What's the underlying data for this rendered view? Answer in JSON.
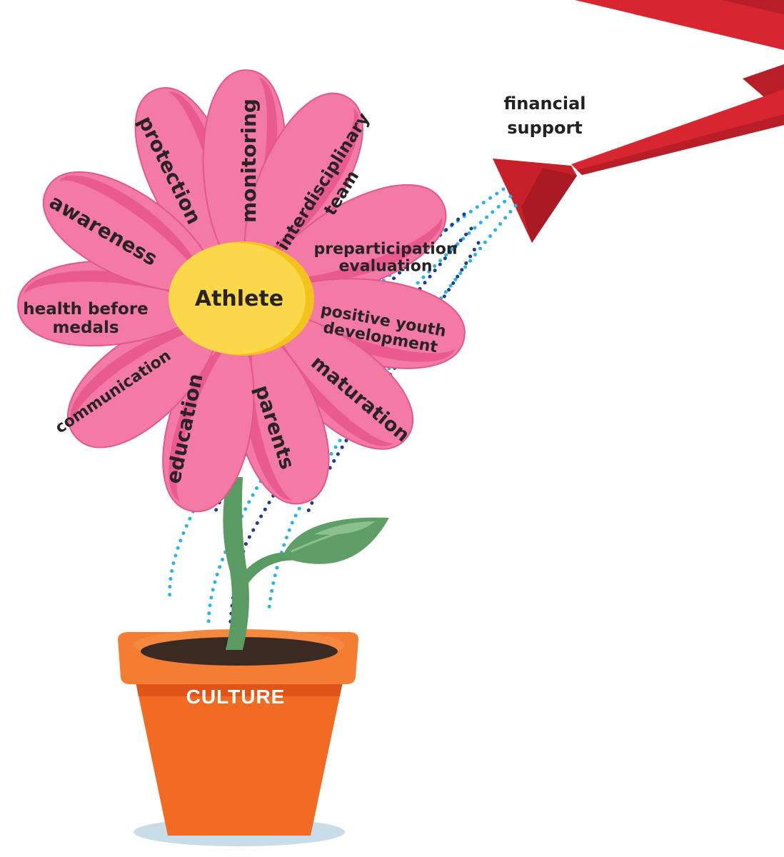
{
  "center": {
    "label": "Athlete"
  },
  "petals": [
    {
      "id": "protection",
      "lines": [
        "protection"
      ]
    },
    {
      "id": "monitoring",
      "lines": [
        "monitoring"
      ]
    },
    {
      "id": "interdisciplinary-team",
      "lines": [
        "interdisciplinary",
        "team"
      ]
    },
    {
      "id": "preparticipation-evaluation",
      "lines": [
        "preparticipation",
        "evaluation"
      ]
    },
    {
      "id": "positive-youth-development",
      "lines": [
        "positive youth",
        "development"
      ]
    },
    {
      "id": "maturation",
      "lines": [
        "maturation"
      ]
    },
    {
      "id": "parents",
      "lines": [
        "parents"
      ]
    },
    {
      "id": "education",
      "lines": [
        "education"
      ]
    },
    {
      "id": "communication",
      "lines": [
        "communication"
      ]
    },
    {
      "id": "health-before-medals",
      "lines": [
        "health before",
        "medals"
      ]
    },
    {
      "id": "awareness",
      "lines": [
        "awareness"
      ]
    }
  ],
  "pot": {
    "label": "CULTURE"
  },
  "watering_can": {
    "label_lines": [
      "financial",
      "support"
    ]
  },
  "colors": {
    "petal": "#f27aa4",
    "petal_dark": "#e95b8f",
    "petal_stroke": "#e2588c",
    "center": "#fbd84a",
    "center_shade": "#f4c21c",
    "stem": "#5a9a63",
    "leaf": "#5f9e66",
    "leaf_light": "#8cc08f",
    "pot": "#f26b22",
    "pot_rim": "#f47d33",
    "pot_shadow": "#c8dde8",
    "soil": "#3b2a22",
    "can": "#d7262f",
    "can_dark": "#b81e27",
    "water_light": "#2bb3e6",
    "water_dark": "#1e3d8a"
  }
}
